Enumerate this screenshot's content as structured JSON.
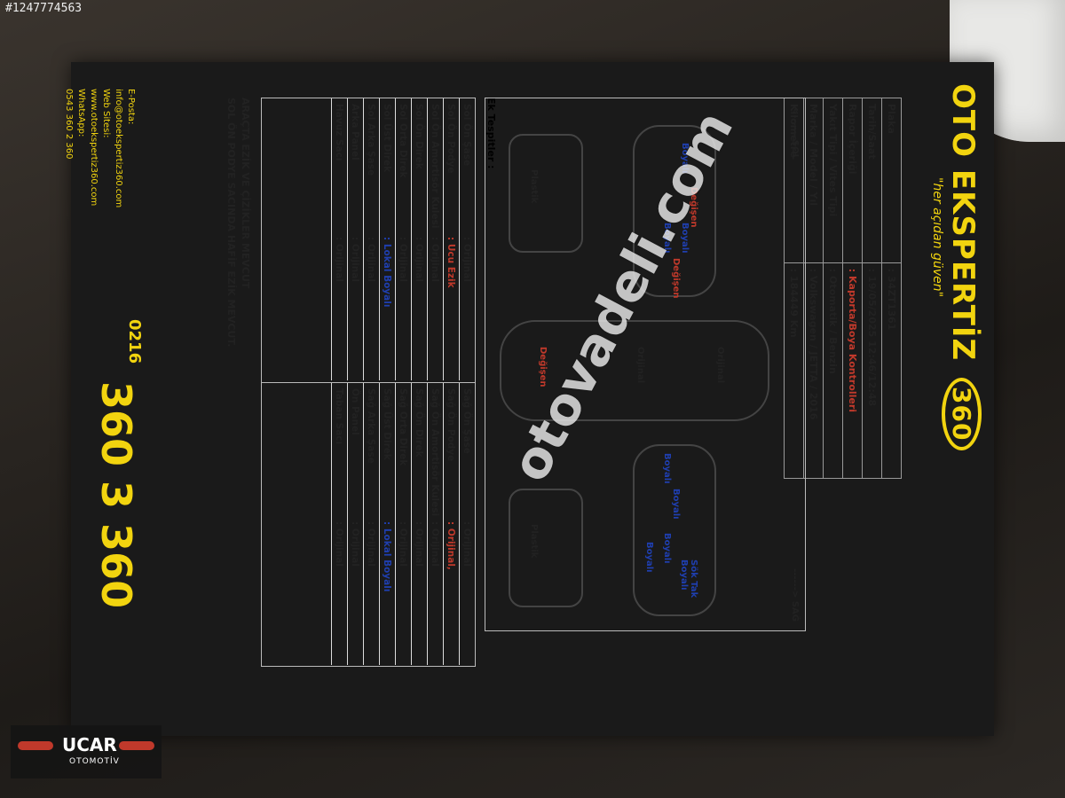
{
  "photo_id": "#1247774563",
  "brand": {
    "name": "OTO EKSPERTİZ",
    "badge": "360",
    "slogan": "\"her açıdan güven\""
  },
  "info": {
    "rows": [
      {
        "label": "Plaka",
        "value": ": 34ZT1361"
      },
      {
        "label": "Tarih/Saat",
        "value": ": 19/05/2025 12:46/12:48"
      },
      {
        "label": "Rapor İçeriği",
        "value": ": Kaporta/Boya Kontrolleri"
      },
      {
        "label": "Yakıt Tipi / Vites Tipi",
        "value": ": Otomatik / Benzin"
      },
      {
        "label": "Marka / Model / Yıl",
        "value": ": Volkswagen / JETTA / 2016"
      },
      {
        "label": "Kilometre",
        "value": ": 184449 Km"
      }
    ]
  },
  "report_number": "Rapor Numarası : 57297-34ZT1361",
  "diagram": {
    "dir_left": "<------ SOL",
    "dir_right": "------> SAĞ",
    "parts": {
      "front_plastic": "Plastik",
      "rear_plastic": "Plastik",
      "hood": "Orijinal",
      "roof": "Orijinal",
      "trunk": "Değişen",
      "left_front_fender": "Boyalı",
      "left_front_door": "Değişen",
      "left_rear_door": "Boyalı",
      "left_rear_door2": "Boyalı",
      "left_rear_fender": "Değişen",
      "right_front_fender": "Boyalı",
      "right_front_door": "Boyalı",
      "right_rear_door": "Boyalı",
      "right_rear_door2": "Boyalı",
      "right_rear_fender": "Sök Tak Boyalı"
    }
  },
  "ek_tespitler": "Ek Tespitler :",
  "left_list": [
    {
      "k": "Sol Ön Şase",
      "v": ": Orijinal",
      "c": "black"
    },
    {
      "k": "Sol Ön Podye",
      "v": ": Ucu Ezik",
      "c": "red"
    },
    {
      "k": "Sol Ön Amortisör Kulesi",
      "v": ": Orijinal",
      "c": "black"
    },
    {
      "k": "Sol Ön Direk",
      "v": ": Orijinal",
      "c": "black"
    },
    {
      "k": "Sol Orta Direk",
      "v": ": Orijinal",
      "c": "black"
    },
    {
      "k": "Sol Üst Direk",
      "v": ": Lokal Boyalı",
      "c": "blue"
    },
    {
      "k": "Sol Arka Şase",
      "v": ": Orijinal",
      "c": "black"
    },
    {
      "k": "Arka Panel",
      "v": ": Orijinal",
      "c": "black"
    },
    {
      "k": "Havuz Sacı",
      "v": ": Orijinal",
      "c": "black"
    }
  ],
  "right_list": [
    {
      "k": "Sağ Ön Şase",
      "v": ": Orijinal",
      "c": "black"
    },
    {
      "k": "Sağ Ön Podye",
      "v": ": Orijinal,",
      "c": "red"
    },
    {
      "k": "Sağ Ön Amortisör Kulesi",
      "v": ": Orijinal",
      "c": "black"
    },
    {
      "k": "Sağ Ön Direk",
      "v": ": Orijinal",
      "c": "black"
    },
    {
      "k": "Sağ Orta Direk",
      "v": ": Orijinal",
      "c": "black"
    },
    {
      "k": "Sağ Üst Direk",
      "v": ": Lokal Boyalı",
      "c": "blue"
    },
    {
      "k": "Sağ Arka Şase",
      "v": ": Orijinal",
      "c": "black"
    },
    {
      "k": "Ön Panel",
      "v": ": Orijinal",
      "c": "black"
    },
    {
      "k": "Taban Sacı",
      "v": ": Orijinal",
      "c": "black"
    }
  ],
  "notes": [
    "ARAÇTA EZİK VE ÇİZİKLER MEVCUT",
    "SOL ÖN PODYE SACINDA HAFİF EZİK MEVCUT."
  ],
  "footer": {
    "email_label": "E-Posta:",
    "email": "info@otoekspertiz360.com",
    "web_label": "Web Sitesi:",
    "web": "www.otoekspertiz360.com",
    "whatsapp_label": "WhatsApp:",
    "whatsapp": "0543 360 2 360",
    "phone_prefix": "0216",
    "phone": "360 3 360"
  },
  "overlay_watermark": "otovadeli.com",
  "dealer": {
    "name": "UCAR",
    "sub": "OTOMOTİV"
  },
  "colors": {
    "yellow": "#f2d40f",
    "blue": "#1f3fb0",
    "red": "#c0392b"
  }
}
